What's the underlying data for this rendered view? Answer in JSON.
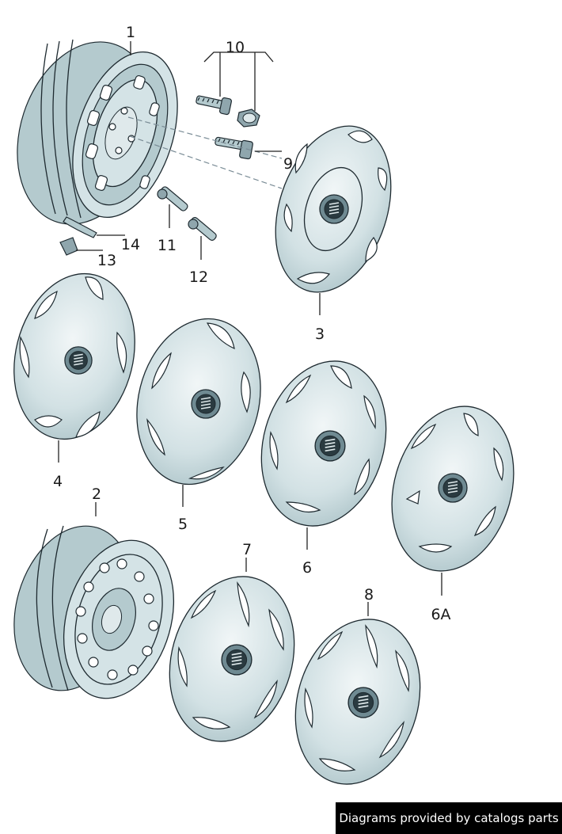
{
  "callouts": {
    "c1": "1",
    "c2": "2",
    "c3": "3",
    "c4": "4",
    "c5": "5",
    "c6": "6",
    "c6a": "6A",
    "c7": "7",
    "c8": "8",
    "c9": "9",
    "c10": "10",
    "c11": "11",
    "c12": "12",
    "c13": "13",
    "c14": "14"
  },
  "credit": "Diagrams provided by catalogs parts",
  "colors": {
    "part_fill": "#d4e3e6",
    "part_shadow": "#8fa6ad",
    "outline": "#1e2a30",
    "credit_bg": "#000000",
    "credit_text": "#ffffff"
  }
}
